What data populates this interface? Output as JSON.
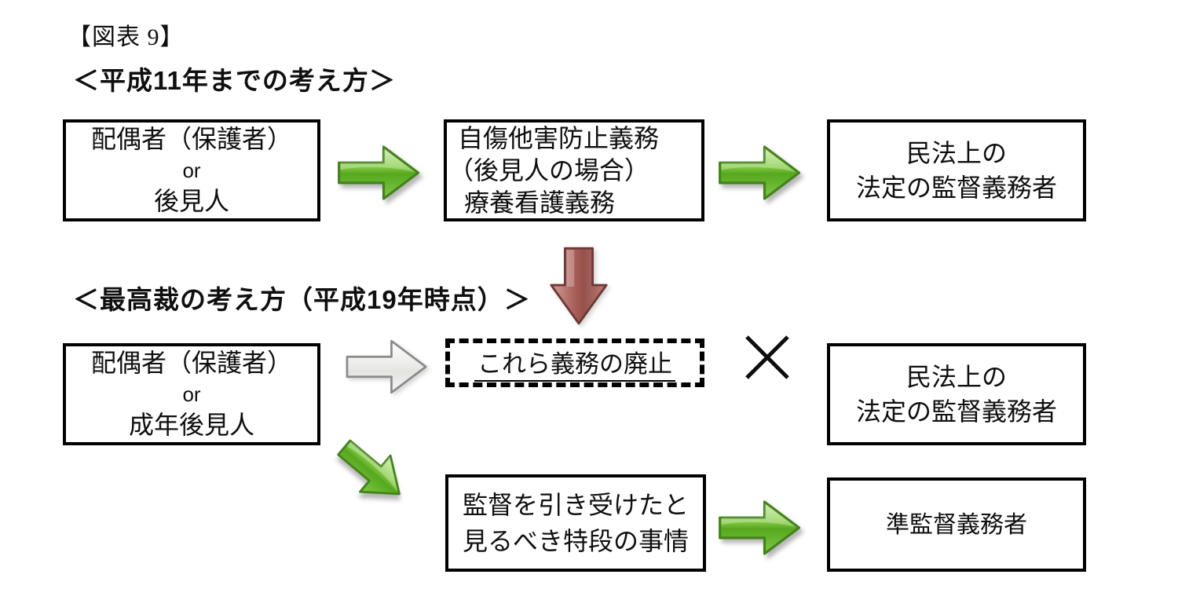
{
  "figure": {
    "title": "【図表 9】"
  },
  "sections": [
    {
      "heading": "＜平成11年までの考え方＞"
    },
    {
      "heading": "＜最高裁の考え方（平成19年時点）＞"
    }
  ],
  "boxes": {
    "guardian_old": {
      "lines": [
        "配偶者（保護者）",
        "or",
        "後見人"
      ]
    },
    "duties_old": {
      "lines": [
        "自傷他害防止義務",
        "（後見人の場合）",
        "療養看護義務"
      ]
    },
    "statutory_supervisor_old": {
      "lines": [
        "民法上の",
        "法定の監督義務者"
      ]
    },
    "guardian_new": {
      "lines": [
        "配偶者（保護者）",
        "or",
        "成年後見人"
      ]
    },
    "abolition": {
      "label": "これら義務の廃止"
    },
    "statutory_supervisor_new": {
      "lines": [
        "民法上の",
        "法定の監督義務者"
      ]
    },
    "special_circumstances": {
      "lines": [
        "監督を引き受けたと",
        "見るべき特段の事情"
      ]
    },
    "quasi_supervisor": {
      "label": "準監督義務者"
    }
  },
  "symbols": {
    "cross": "✕",
    "green_right_arrow": "glossy-green-right-arrow",
    "red_down_arrow": "glossy-red-down-arrow",
    "white_right_arrow": "sketch-white-right-arrow",
    "green_diagonal_arrow": "glossy-green-diagonal-arrow"
  },
  "colors": {
    "background": "#ffffff",
    "box_border": "#000000",
    "text": "#0f0f0f",
    "arrow_green": "#6cbe2e",
    "arrow_green_border": "#44821b",
    "arrow_red": "#b26a64",
    "arrow_red_border": "#6e3a37",
    "arrow_white": "#f2f2ef",
    "arrow_white_border": "#8a8a88"
  }
}
